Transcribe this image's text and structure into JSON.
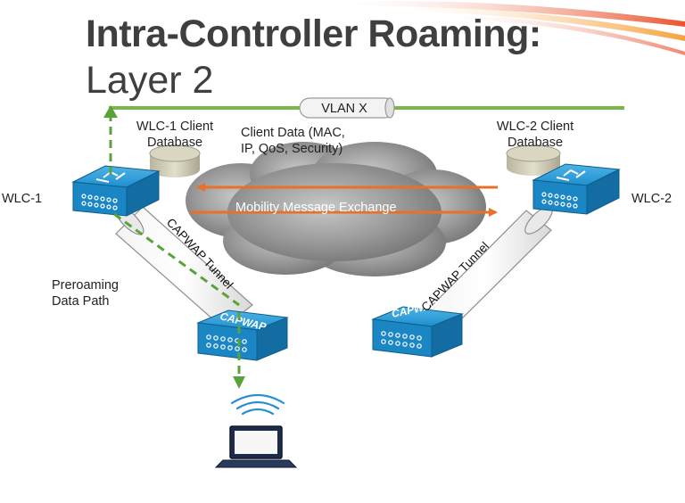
{
  "title": {
    "line1": "Intra-Controller Roaming:",
    "line2": "Layer 2"
  },
  "vlan": {
    "label": "VLAN X"
  },
  "controllers": [
    {
      "name": "WLC-1",
      "db_label_1": "WLC-1 Client",
      "db_label_2": "Database"
    },
    {
      "name": "WLC-2",
      "db_label_1": "WLC-2 Client",
      "db_label_2": "Database"
    }
  ],
  "client_data": {
    "line1": "Client Data (MAC,",
    "line2": "IP, QoS, Security)"
  },
  "mobility": {
    "label": "Mobility Message Exchange"
  },
  "tunnels": {
    "left_label": "CAPWAP Tunnel",
    "right_label": "CAPWAP Tunnel"
  },
  "access_points": {
    "left_label": "CAPWAP",
    "right_label": "CAPWAP"
  },
  "preroaming": {
    "line1": "Preroaming",
    "line2": "Data Path"
  },
  "colors": {
    "vlan_line": "#7ab648",
    "path_green": "#5aa33a",
    "mobility_arrow": "#e8702a",
    "device_blue": "#1a8fd0",
    "cloud_gray": "#8a8a8a",
    "title": "#3f3f3f"
  },
  "icons": {
    "controller": "wlc-switch-icon",
    "access_point": "access-point-icon",
    "database": "database-icon",
    "laptop": "laptop-icon",
    "wifi": "wifi-signal-icon"
  }
}
